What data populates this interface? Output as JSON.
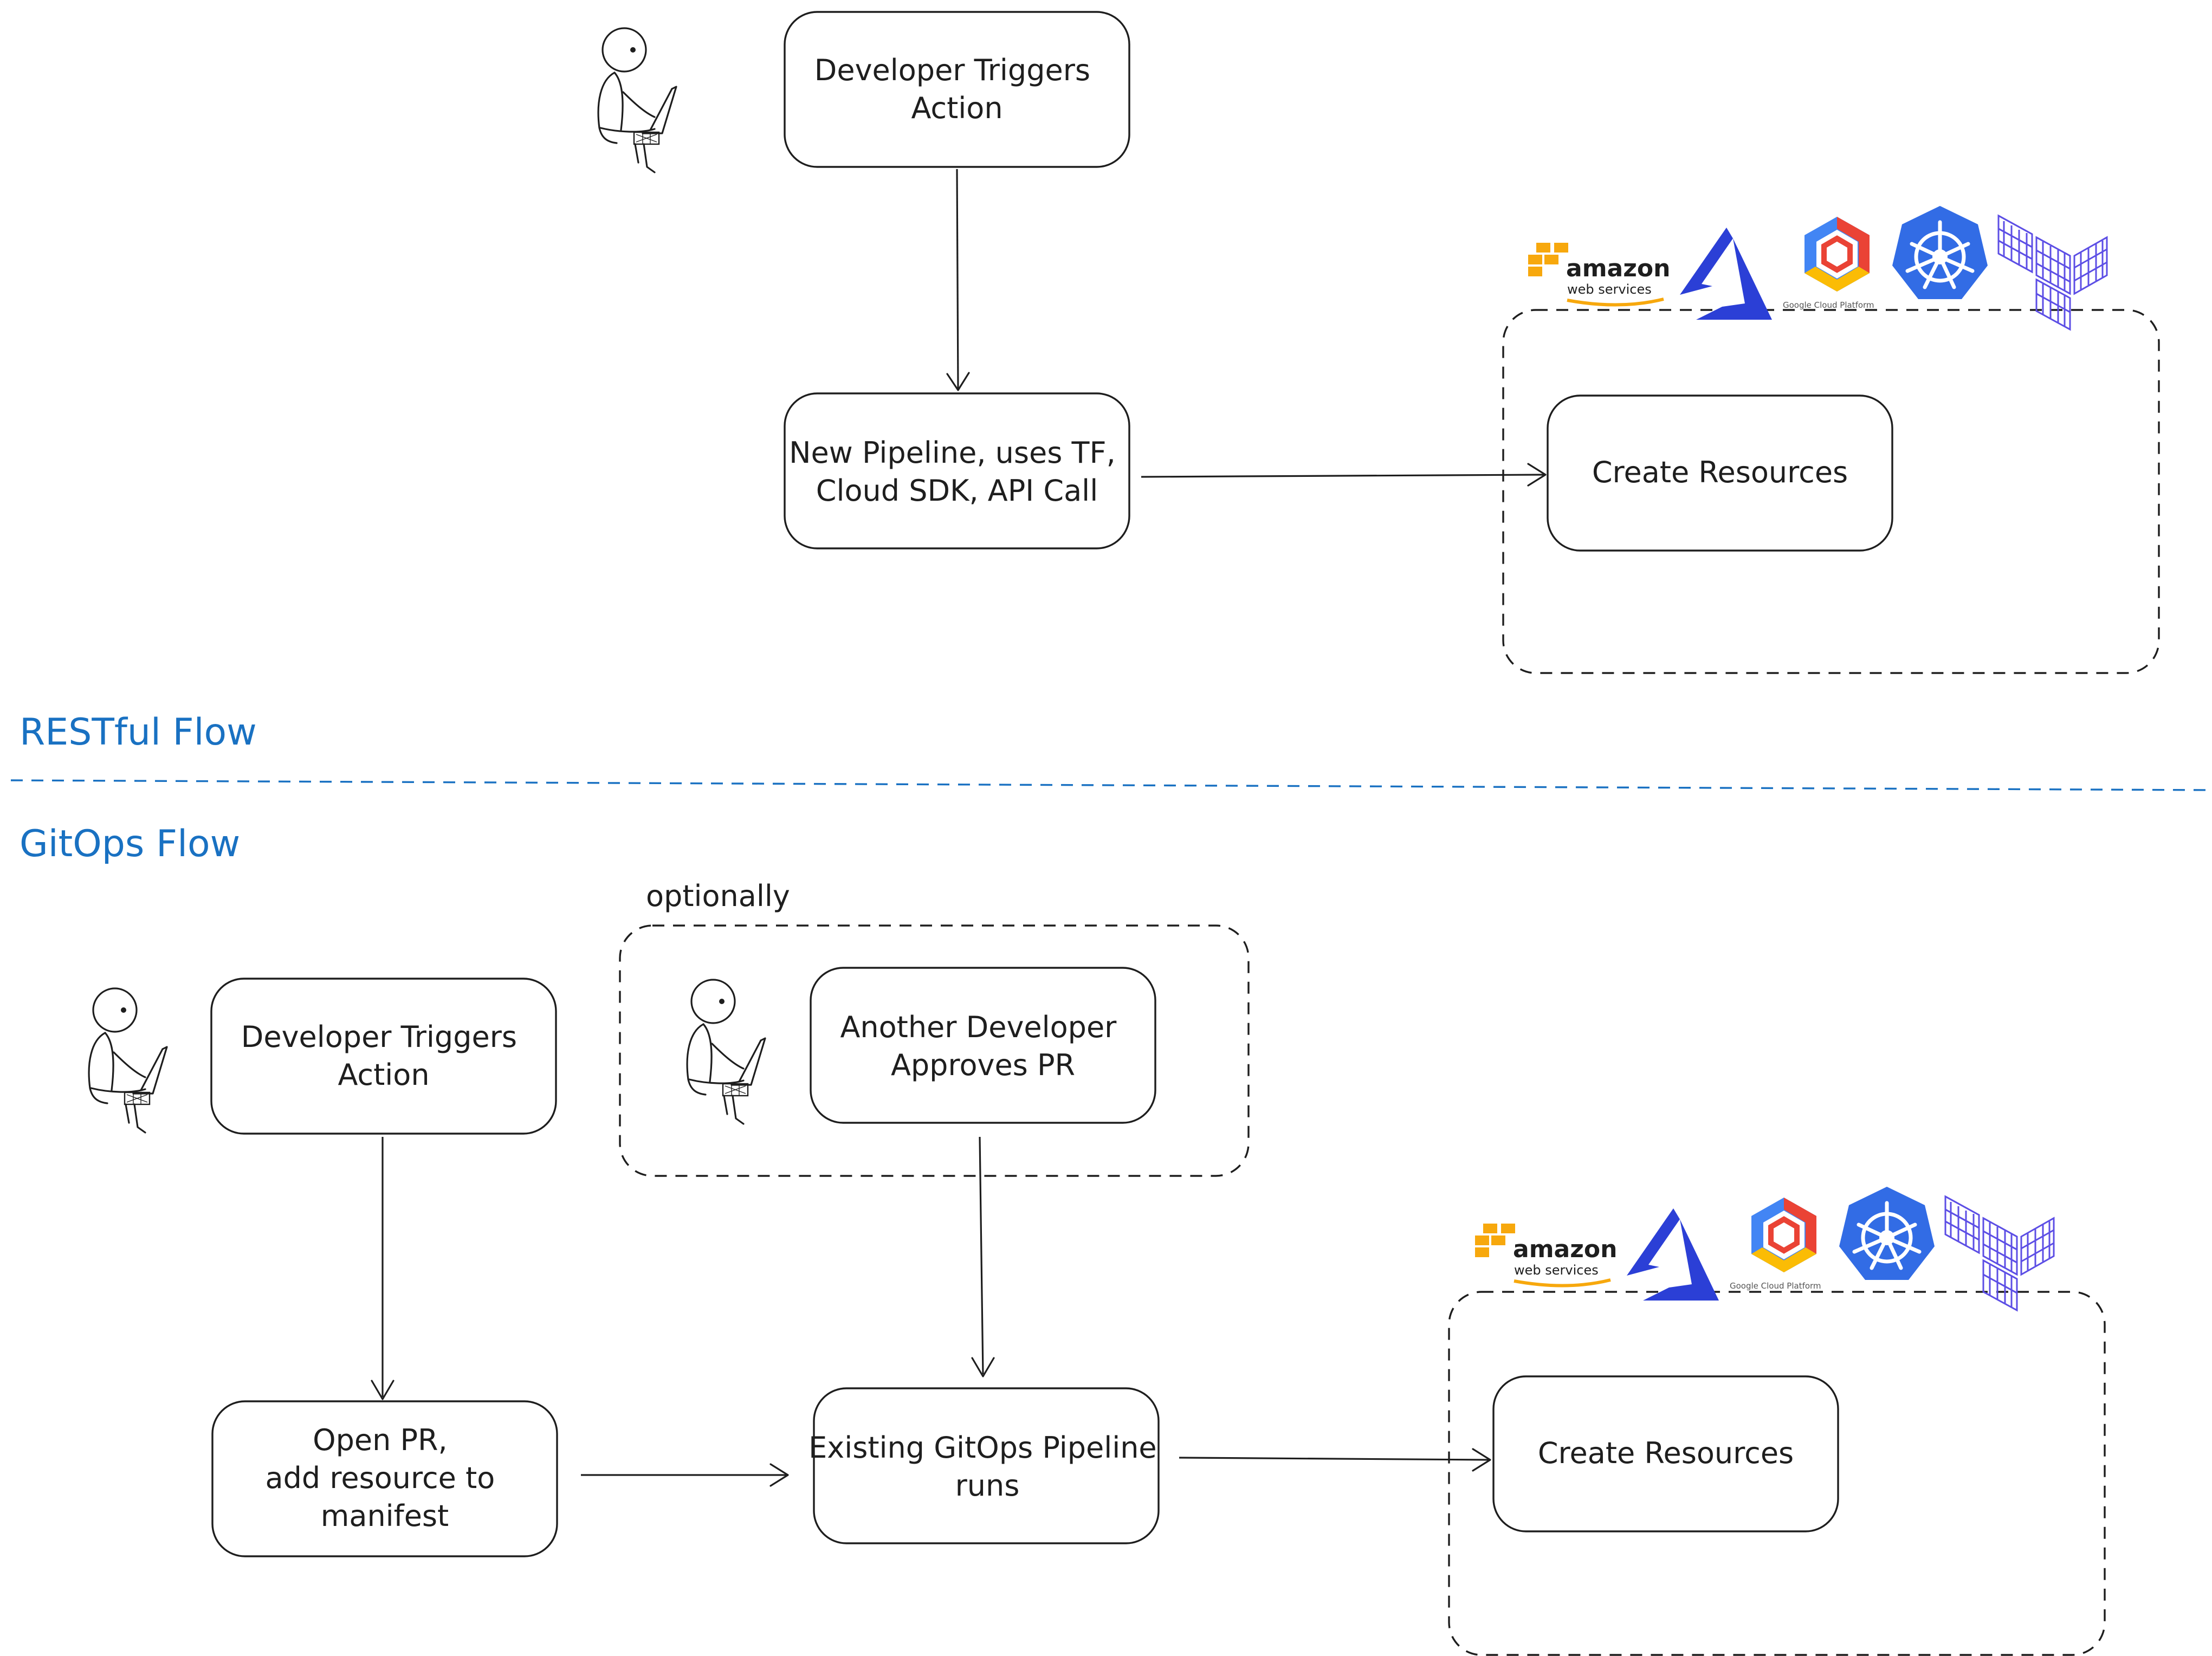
{
  "sections": {
    "restful": "RESTful Flow",
    "gitops": "GitOps Flow"
  },
  "restful": {
    "trigger": [
      "Developer Triggers",
      "Action"
    ],
    "pipeline": [
      "New Pipeline, uses TF,",
      "Cloud SDK, API Call"
    ],
    "create": "Create Resources"
  },
  "gitops": {
    "trigger": [
      "Developer Triggers",
      "Action"
    ],
    "optional_label": "optionally",
    "approve": [
      "Another Developer",
      "Approves PR"
    ],
    "open_pr": [
      "Open PR,",
      "add resource to",
      "manifest"
    ],
    "pipeline": [
      "Existing GitOps Pipeline",
      "runs"
    ],
    "create": "Create Resources"
  },
  "provider_logos": {
    "aws": {
      "wordmark": "amazon",
      "sub": "web services",
      "color": "#f7a80d"
    },
    "azure": {
      "color": "#2b3fd6"
    },
    "gcp": {
      "caption": "Google Cloud Platform",
      "colors": [
        "#4285f4",
        "#ea4335",
        "#fbbc05",
        "#34a853"
      ]
    },
    "kubernetes": {
      "color": "#326ce5"
    },
    "terraform": {
      "color": "#5c4ee5"
    }
  },
  "icons": [
    "developer-laptop-icon",
    "aws-logo-icon",
    "azure-logo-icon",
    "gcp-logo-icon",
    "kubernetes-logo-icon",
    "terraform-logo-icon"
  ],
  "colors": {
    "section": "#1971c2",
    "ink": "#1e1e1e",
    "background": "#ffffff"
  }
}
